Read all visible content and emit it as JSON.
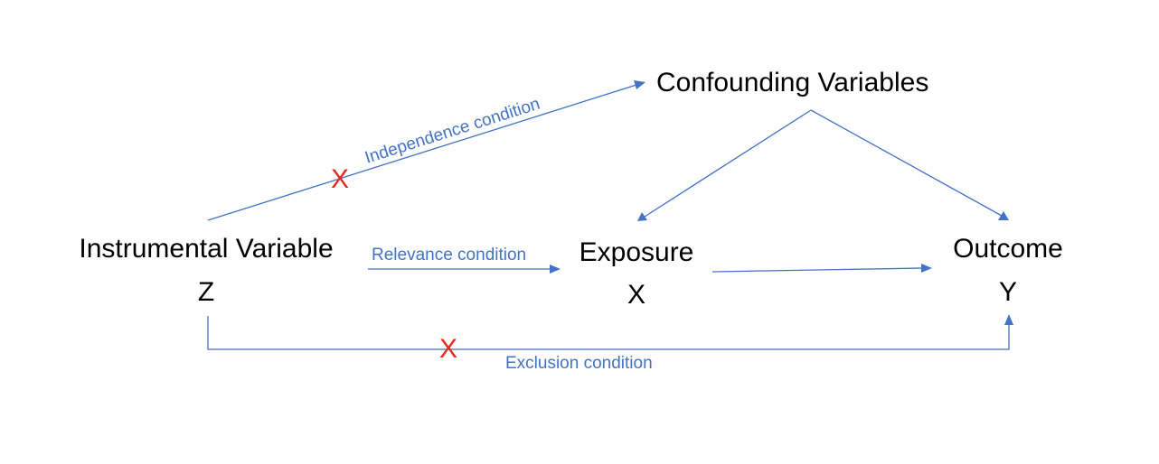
{
  "nodes": {
    "confounders": {
      "label": "Confounding Variables"
    },
    "instrument": {
      "label": "Instrumental Variable",
      "symbol": "Z"
    },
    "exposure": {
      "label": "Exposure",
      "symbol": "X"
    },
    "outcome": {
      "label": "Outcome",
      "symbol": "Y"
    }
  },
  "conditions": {
    "independence": "Independence condition",
    "relevance": "Relevance condition",
    "exclusion": "Exclusion condition"
  },
  "violation_mark": "X",
  "colors": {
    "edge": "#4472c4",
    "condition_text": "#4472c4",
    "violation_mark": "#e8281e",
    "node_text": "#000000"
  }
}
